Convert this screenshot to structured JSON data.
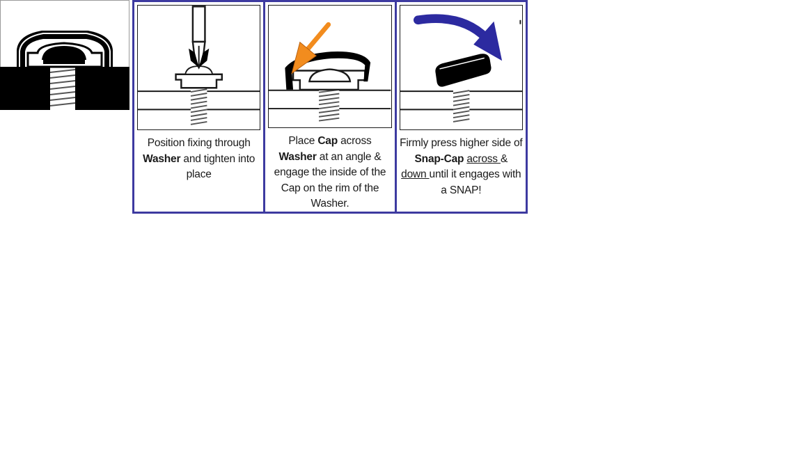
{
  "colors": {
    "frame": "#3d3aa0",
    "orange_arrow": "#f28c1e",
    "blue_arrow": "#2c2aa0",
    "ink": "#1a1a1a"
  },
  "icons": [
    "assembled-cap-illustration",
    "screwdriver-icon",
    "orange-arrow-icon",
    "curved-blue-arrow-icon",
    "snap-cap-icon"
  ],
  "steps": [
    {
      "p1": "Position fixing through",
      "b1": "Washer",
      "p2": " and tighten into place"
    },
    {
      "p1": "Place ",
      "b1": "Cap",
      "p2": " across",
      "b2": "Washer",
      "p3": " at an angle & engage the inside of the Cap on the rim of the Washer."
    },
    {
      "p1": "Firmly press higher side of ",
      "b1": "Snap-Cap",
      "u1": "across ",
      "p2": "&",
      "u2": "down ",
      "p3": "until it engages with a SNAP!"
    }
  ]
}
